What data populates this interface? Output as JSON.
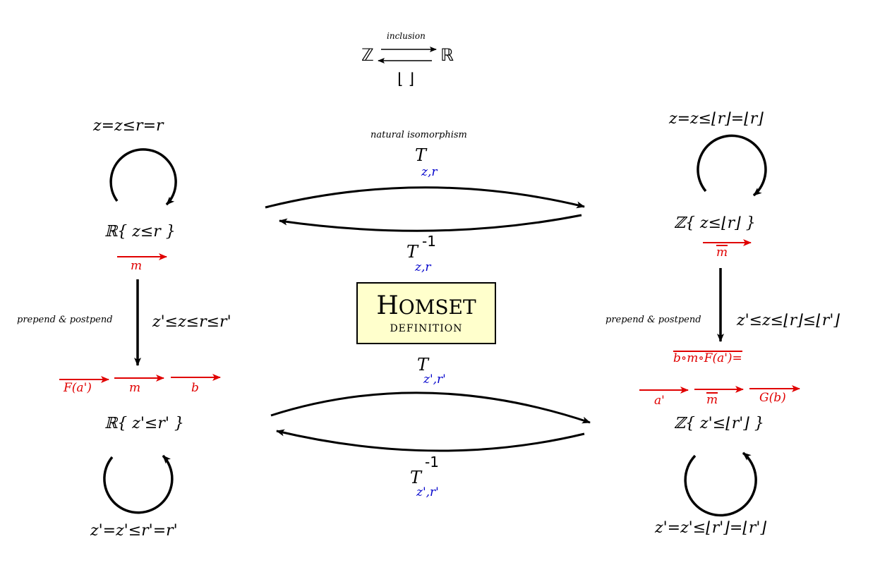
{
  "top": {
    "Z": "ℤ",
    "R": "ℝ",
    "inclusion": "inclusion",
    "floor": "⌊ ⌋"
  },
  "left": {
    "loop_top": "z=z≤r=r",
    "set_top": "ℝ{ z≤r  }",
    "arrow_m": "m",
    "side_note": "prepend & postpend",
    "middle_label": "z'≤z≤r≤r'",
    "arrow_Fa": "F(a')",
    "arrow_m2": "m",
    "arrow_b": "b",
    "set_bottom": "ℝ{ z'≤r'  }",
    "loop_bottom": "z'=z'≤r'=r'"
  },
  "center": {
    "natural_iso": "natural isomorphism",
    "T_top": "T",
    "T_top_sub": "z,r",
    "Tinv_top": "T",
    "Tinv_top_sup": "-1",
    "Tinv_top_sub": "z,r",
    "homset_title": "Homset",
    "homset_sub": "DEFINITION",
    "T_bottom": "T",
    "T_bottom_sub": "z',r'",
    "Tinv_bottom": "T",
    "Tinv_bottom_sup": "-1",
    "Tinv_bottom_sub": "z',r'"
  },
  "right": {
    "loop_top": "z=z≤⌊r⌋=⌊r⌋",
    "set_top": "ℤ{  z≤⌊r⌋  }",
    "arrow_mbar": "m",
    "side_note": "prepend & postpend",
    "middle_label": "z'≤z≤⌊r⌋≤⌊r'⌋",
    "composite": "b∘m∘F(a')=",
    "arrow_a": "a'",
    "arrow_mbar2": "m",
    "arrow_Gb": "G(b)",
    "set_bottom": "ℤ{  z'≤⌊r'⌋  }",
    "loop_bottom": "z'=z'≤⌊r'⌋=⌊r'⌋"
  },
  "colors": {
    "red": "#e00000",
    "blue": "#0000cc",
    "box_fill": "#ffffcc"
  }
}
